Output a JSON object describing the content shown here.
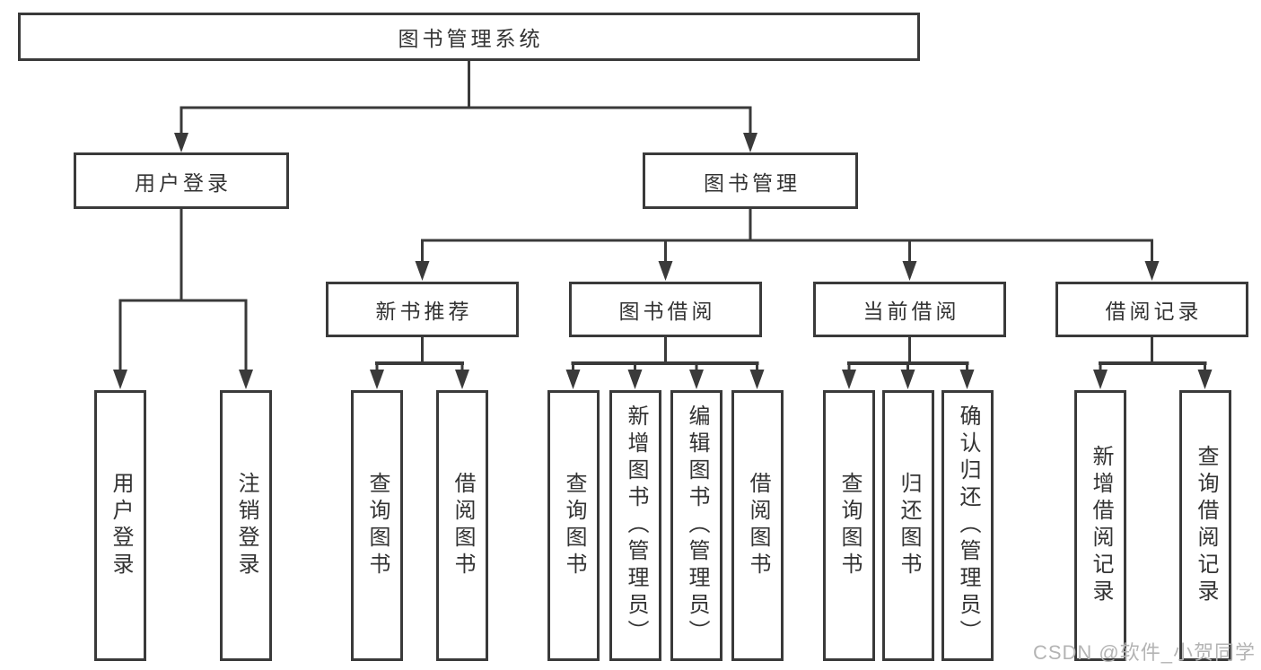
{
  "diagram": {
    "root": {
      "label": "图书管理系统"
    },
    "level2": [
      {
        "label": "用户登录",
        "children": [
          {
            "label": "用户登录"
          },
          {
            "label": "注销登录"
          }
        ]
      },
      {
        "label": "图书管理"
      }
    ],
    "level3": [
      {
        "label": "新书推荐",
        "children": [
          {
            "label": "查询图书"
          },
          {
            "label": "借阅图书"
          }
        ]
      },
      {
        "label": "图书借阅",
        "children": [
          {
            "label": "查询图书"
          },
          {
            "label": "新增图书（管理员）"
          },
          {
            "label": "编辑图书（管理员）"
          },
          {
            "label": "借阅图书"
          }
        ]
      },
      {
        "label": "当前借阅",
        "children": [
          {
            "label": "查询图书"
          },
          {
            "label": "归还图书"
          },
          {
            "label": "确认归还（管理员）"
          }
        ]
      },
      {
        "label": "借阅记录",
        "children": [
          {
            "label": "新增借阅记录"
          },
          {
            "label": "查询借阅记录"
          }
        ]
      }
    ]
  },
  "watermark": {
    "text": "CSDN @软件_小贺同学"
  },
  "colors": {
    "line": "#3a3a3a",
    "text": "#333333",
    "watermark": "#b4b4b4",
    "background": "#ffffff"
  }
}
